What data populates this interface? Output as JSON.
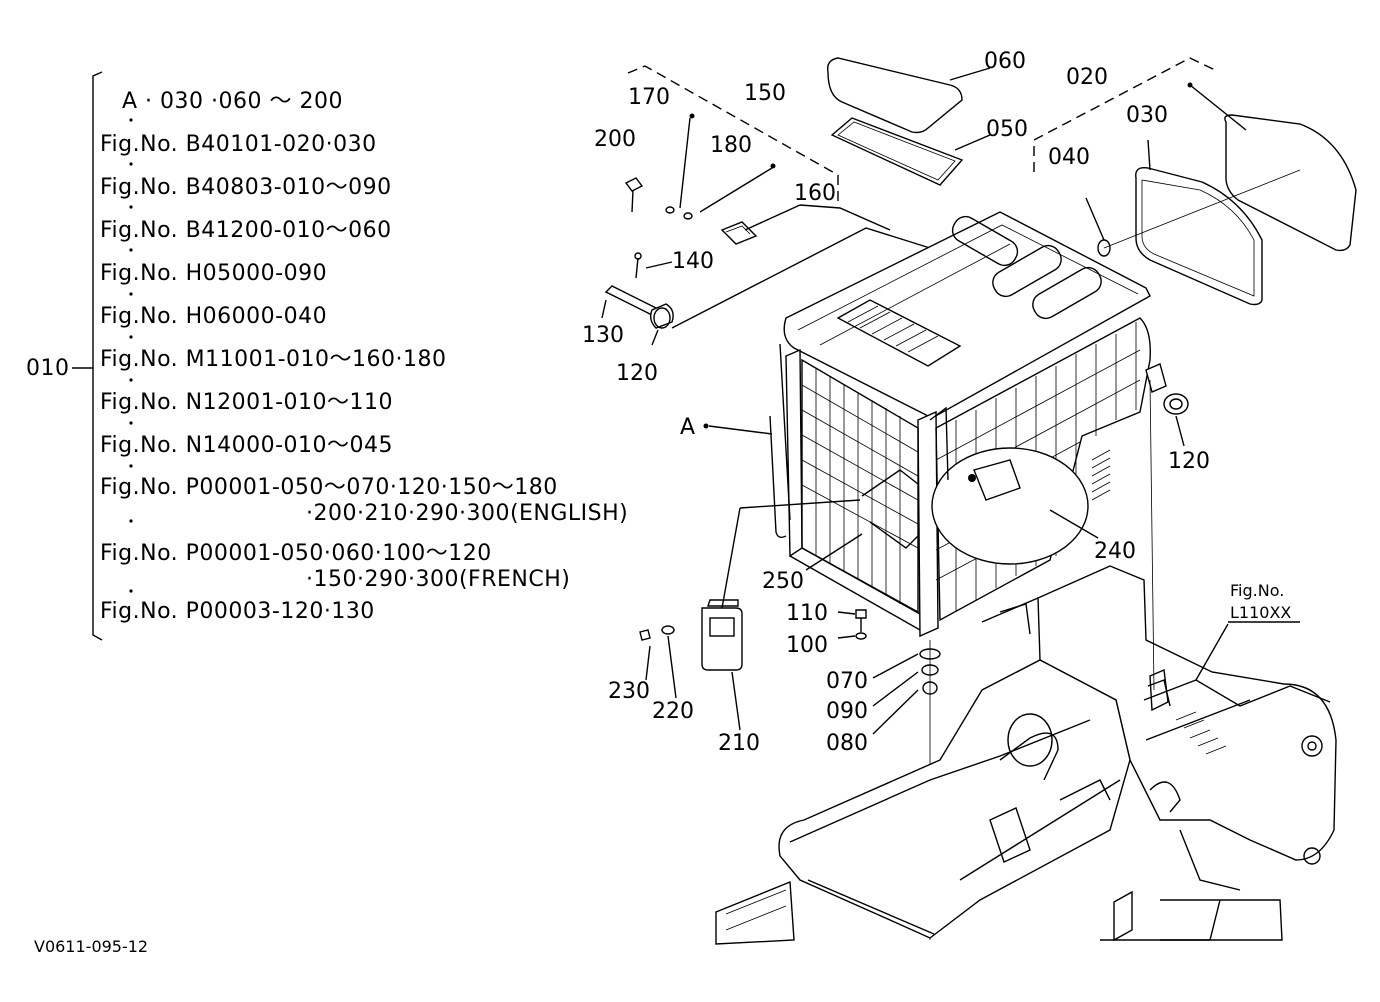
{
  "legend": {
    "group_label": "010",
    "lines": [
      "A · 030 ·060 ～ 200",
      "Fig.No.  B40101-020·030",
      "Fig.No.  B40803-010～090",
      "Fig.No.  B41200-010～060",
      "Fig.No.  H05000-090",
      "Fig.No.  H06000-040",
      "Fig.No.  M11001-010～160·180",
      "Fig.No.  N12001-010～110",
      "Fig.No.  N14000-010～045",
      "Fig.No.  P00001-050～070·120·150～180",
      "·200·210·290·300(ENGLISH)",
      "Fig.No.  P00001-050·060·100～120",
      "·150·290·300(FRENCH)",
      "Fig.No.  P00003-120·130"
    ]
  },
  "parts": {
    "p020": "020",
    "p030": "030",
    "p040": "040",
    "p050": "050",
    "p060": "060",
    "p070": "070",
    "p080": "080",
    "p090": "090",
    "p100": "100",
    "p110": "110",
    "p120a": "120",
    "p120b": "120",
    "p130": "130",
    "p140": "140",
    "p150": "150",
    "p160": "160",
    "p170": "170",
    "p180": "180",
    "p200": "200",
    "p210": "210",
    "p220": "220",
    "p230": "230",
    "p240": "240",
    "p250": "250",
    "pA": "A"
  },
  "ref": {
    "line1": "Fig.No.",
    "line2": "L110XX"
  },
  "drawing_id": "V0611-095-12"
}
